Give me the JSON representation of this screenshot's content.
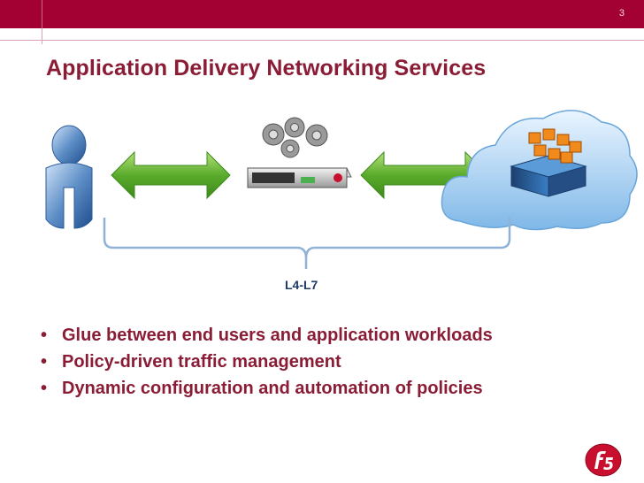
{
  "slide": {
    "number": "3",
    "title": "Application Delivery Networking Services",
    "bracket_label": "L4-L7",
    "bullets": [
      "Glue between end users and application workloads",
      "Policy-driven traffic management",
      "Dynamic configuration and automation of policies"
    ],
    "bullet_glyph": "•"
  },
  "icons": {
    "user": "user-icon",
    "arrow": "double-arrow-icon",
    "gears": "gears-icon",
    "appliance": "network-appliance-icon",
    "cloud": "cloud-icon",
    "server": "vmware-server-icon",
    "logo": "f5-logo-icon"
  },
  "colors": {
    "brand": "#a30033",
    "title": "#8a1c35",
    "label": "#1d3a6b",
    "arrow": "#5aab2b",
    "cloud": "#7fb8e8"
  }
}
